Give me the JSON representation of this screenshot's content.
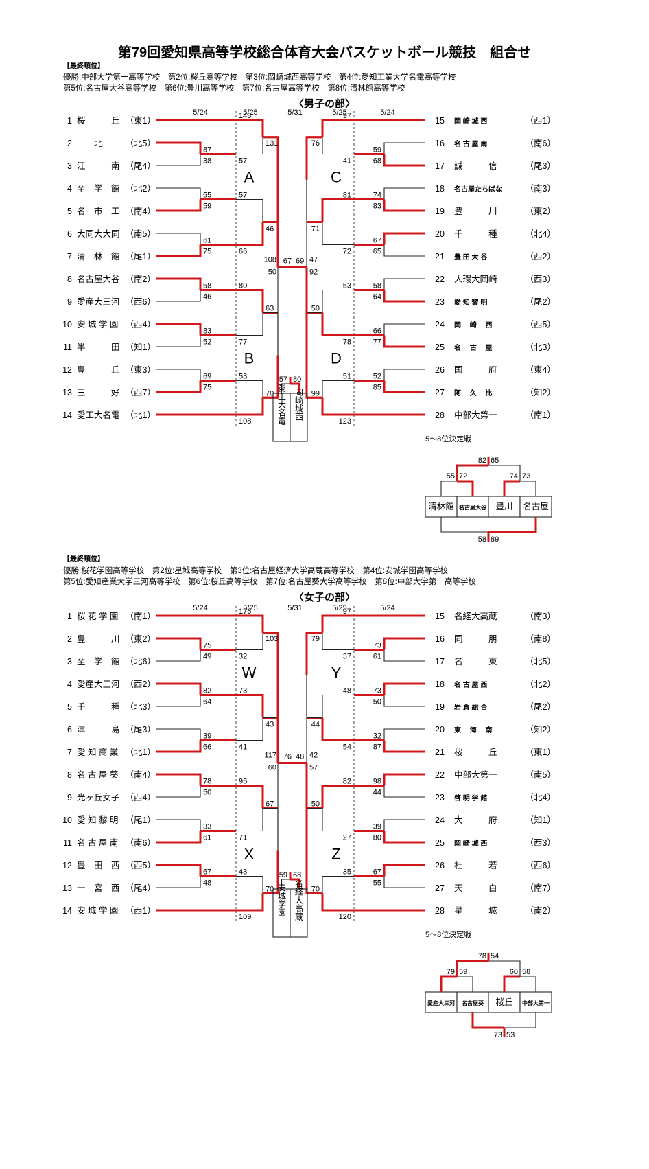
{
  "title": "第79回愛知県高等学校総合体育大会バスケットボール競技　組合せ",
  "labels": {
    "final_standings": "【最終順位】",
    "placement_5_8": "5～8位決定戦"
  },
  "boys": {
    "section_title": "〈男子の部〉",
    "standings_line1": "優勝:中部大学第一高等学校　第2位:桜丘高等学校　第3位:岡崎城西高等学校　第4位:愛知工業大学名電高等学校",
    "standings_line2": "第5位:名古屋大谷高等学校　第6位:豊川高等学校　第7位:名古屋高等学校　第8位:清林館高等学校",
    "dates": [
      "5/24",
      "5/25",
      "5/31",
      "5/25",
      "5/24"
    ],
    "blocks": [
      "A",
      "B",
      "C",
      "D"
    ],
    "left_teams": [
      {
        "no": "1",
        "name": "桜　　　丘",
        "region": "（東1）"
      },
      {
        "no": "2",
        "name": "　　北",
        "region": "（北5）"
      },
      {
        "no": "3",
        "name": "江　　　南",
        "region": "（尾4）"
      },
      {
        "no": "4",
        "name": "至　学　館",
        "region": "（北2）"
      },
      {
        "no": "5",
        "name": "名　市　工",
        "region": "（南4）"
      },
      {
        "no": "6",
        "name": "大同大大同",
        "region": "（南5）"
      },
      {
        "no": "7",
        "name": "清　林　館",
        "region": "（尾1）"
      },
      {
        "no": "8",
        "name": "名古屋大谷",
        "region": "（南2）"
      },
      {
        "no": "9",
        "name": "愛産大三河",
        "region": "（西6）"
      },
      {
        "no": "10",
        "name": "安 城 学 園",
        "region": "（西4）"
      },
      {
        "no": "11",
        "name": "半　　　田",
        "region": "（知1）"
      },
      {
        "no": "12",
        "name": "豊　　　丘",
        "region": "（東3）"
      },
      {
        "no": "13",
        "name": "三　　　好",
        "region": "（西7）"
      },
      {
        "no": "14",
        "name": "愛工大名電",
        "region": "（北1）"
      }
    ],
    "right_teams": [
      {
        "no": "15",
        "name": "岡 崎 城 西",
        "region": "（西1）"
      },
      {
        "no": "16",
        "name": "名 古 屋 南",
        "region": "（南6）"
      },
      {
        "no": "17",
        "name": "誠　　　信",
        "region": "（尾3）"
      },
      {
        "no": "18",
        "name": "名古屋たちばな",
        "region": "（南3）"
      },
      {
        "no": "19",
        "name": "豊　　　川",
        "region": "（東2）"
      },
      {
        "no": "20",
        "name": "千　　　種",
        "region": "（北4）"
      },
      {
        "no": "21",
        "name": "豊 田 大 谷",
        "region": "（西2）"
      },
      {
        "no": "22",
        "name": "人環大岡崎",
        "region": "（西3）"
      },
      {
        "no": "23",
        "name": "愛 知 黎 明",
        "region": "（尾2）"
      },
      {
        "no": "24",
        "name": "岡　 崎　 西",
        "region": "（西5）"
      },
      {
        "no": "25",
        "name": "名　 古　 屋",
        "region": "（北3）"
      },
      {
        "no": "26",
        "name": "国　　　府",
        "region": "（東4）"
      },
      {
        "no": "27",
        "name": "阿　 久　 比",
        "region": "（知2）"
      },
      {
        "no": "28",
        "name": "中部大第一",
        "region": "（南1）"
      }
    ],
    "scores": {
      "l_r1": [
        [
          "87",
          "38"
        ],
        [
          "55",
          "59"
        ],
        [
          "61",
          "75"
        ],
        [
          "58",
          "46"
        ],
        [
          "83",
          "52"
        ],
        [
          "69",
          "75"
        ]
      ],
      "l_r2": [
        [
          "148",
          "57"
        ],
        [
          "57",
          "66"
        ],
        [
          "80",
          "77"
        ],
        [
          "53",
          "108"
        ]
      ],
      "l_r3": [
        [
          "131",
          "46"
        ],
        [
          "63",
          "70"
        ]
      ],
      "l_r4": [
        "108",
        "50"
      ],
      "final": [
        "67",
        "69"
      ],
      "r_r4": [
        "47",
        "92"
      ],
      "r_r3": [
        [
          "76",
          "71"
        ],
        [
          "50",
          "99"
        ]
      ],
      "r_r2": [
        [
          "97",
          "41"
        ],
        [
          "81",
          "72"
        ],
        [
          "53",
          "78"
        ],
        [
          "51",
          "123"
        ]
      ],
      "r_r1": [
        [
          "59",
          "68"
        ],
        [
          "74",
          "83"
        ],
        [
          "67",
          "65"
        ],
        [
          "58",
          "64"
        ],
        [
          "66",
          "77"
        ],
        [
          "52",
          "85"
        ]
      ],
      "third": [
        "57",
        "80"
      ]
    },
    "third_teams": [
      "愛工大名電",
      "岡崎城西"
    ],
    "place58": {
      "teams": [
        "清林館",
        "名古屋大谷",
        "豊川",
        "名古屋"
      ],
      "semi": [
        [
          "55",
          "72"
        ],
        [
          "74",
          "73"
        ]
      ],
      "fifth": [
        "82",
        "65"
      ],
      "seventh": [
        "58",
        "89"
      ]
    }
  },
  "girls": {
    "section_title": "〈女子の部〉",
    "standings_line1": "優勝:桜花学園高等学校　第2位:星城高等学校　第3位:名古屋経済大学高蔵高等学校　第4位:安城学園高等学校",
    "standings_line2": "第5位:愛知産業大学三河高等学校　第6位:桜丘高等学校　第7位:名古屋葵大学高等学校　第8位:中部大学第一高等学校",
    "dates": [
      "5/24",
      "5/25",
      "5/31",
      "5/25",
      "5/24"
    ],
    "blocks": [
      "W",
      "X",
      "Y",
      "Z"
    ],
    "left_teams": [
      {
        "no": "1",
        "name": "桜 花 学 園",
        "region": "（南1）"
      },
      {
        "no": "2",
        "name": "豊　　　川",
        "region": "（東2）"
      },
      {
        "no": "3",
        "name": "至　学　館",
        "region": "（北6）"
      },
      {
        "no": "4",
        "name": "愛産大三河",
        "region": "（西2）"
      },
      {
        "no": "5",
        "name": "千　　　種",
        "region": "（北3）"
      },
      {
        "no": "6",
        "name": "津　　　島",
        "region": "（尾3）"
      },
      {
        "no": "7",
        "name": "愛 知 商 業",
        "region": "（北1）"
      },
      {
        "no": "8",
        "name": "名 古 屋 葵",
        "region": "（南4）"
      },
      {
        "no": "9",
        "name": "光ヶ丘女子",
        "region": "（西4）"
      },
      {
        "no": "10",
        "name": "愛 知 黎 明",
        "region": "（尾1）"
      },
      {
        "no": "11",
        "name": "名 古 屋 南",
        "region": "（南6）"
      },
      {
        "no": "12",
        "name": "豊　田　西",
        "region": "（西5）"
      },
      {
        "no": "13",
        "name": "一　宮　西",
        "region": "（尾4）"
      },
      {
        "no": "14",
        "name": "安 城 学 園",
        "region": "（西1）"
      }
    ],
    "right_teams": [
      {
        "no": "15",
        "name": "名経大高蔵",
        "region": "（南3）"
      },
      {
        "no": "16",
        "name": "同　　　朋",
        "region": "（南8）"
      },
      {
        "no": "17",
        "name": "名　　　東",
        "region": "（北5）"
      },
      {
        "no": "18",
        "name": "名 古 屋 西",
        "region": "（北2）"
      },
      {
        "no": "19",
        "name": "岩 倉 総 合",
        "region": "（尾2）"
      },
      {
        "no": "20",
        "name": "東　 海　 南",
        "region": "（知2）"
      },
      {
        "no": "21",
        "name": "桜　　　丘",
        "region": "（東1）"
      },
      {
        "no": "22",
        "name": "中部大第一",
        "region": "（南5）"
      },
      {
        "no": "23",
        "name": "啓 明 学 館",
        "region": "（北4）"
      },
      {
        "no": "24",
        "name": "大　　　府",
        "region": "（知1）"
      },
      {
        "no": "25",
        "name": "岡 崎 城 西",
        "region": "（西3）"
      },
      {
        "no": "26",
        "name": "杜　　　若",
        "region": "（西6）"
      },
      {
        "no": "27",
        "name": "天　　　白",
        "region": "（南7）"
      },
      {
        "no": "28",
        "name": "星　　　城",
        "region": "（南2）"
      }
    ],
    "scores": {
      "l_r1": [
        [
          "75",
          "49"
        ],
        [
          "82",
          "64"
        ],
        [
          "39",
          "66"
        ],
        [
          "78",
          "50"
        ],
        [
          "33",
          "61"
        ],
        [
          "67",
          "48"
        ]
      ],
      "l_r2": [
        [
          "176",
          "32"
        ],
        [
          "73",
          "41"
        ],
        [
          "95",
          "71"
        ],
        [
          "43",
          "109"
        ]
      ],
      "l_r3": [
        [
          "103",
          "43"
        ],
        [
          "67",
          "70"
        ]
      ],
      "l_r4": [
        "117",
        "60"
      ],
      "final": [
        "76",
        "48"
      ],
      "r_r4": [
        "42",
        "57"
      ],
      "r_r3": [
        [
          "79",
          "44"
        ],
        [
          "50",
          "70"
        ]
      ],
      "r_r2": [
        [
          "97",
          "37"
        ],
        [
          "48",
          "54"
        ],
        [
          "82",
          "27"
        ],
        [
          "35",
          "120"
        ]
      ],
      "r_r1": [
        [
          "73",
          "61"
        ],
        [
          "73",
          "50"
        ],
        [
          "32",
          "87"
        ],
        [
          "98",
          "44"
        ],
        [
          "39",
          "80"
        ],
        [
          "67",
          "55"
        ]
      ],
      "third": [
        "59",
        "68"
      ]
    },
    "third_teams": [
      "安城学園",
      "名経大高蔵"
    ],
    "place58": {
      "teams": [
        "愛産大三河",
        "名古屋葵",
        "桜丘",
        "中部大第一"
      ],
      "semi": [
        [
          "79",
          "59"
        ],
        [
          "60",
          "58"
        ]
      ],
      "fifth": [
        "78",
        "54"
      ],
      "seventh": [
        "73",
        "53"
      ]
    }
  }
}
